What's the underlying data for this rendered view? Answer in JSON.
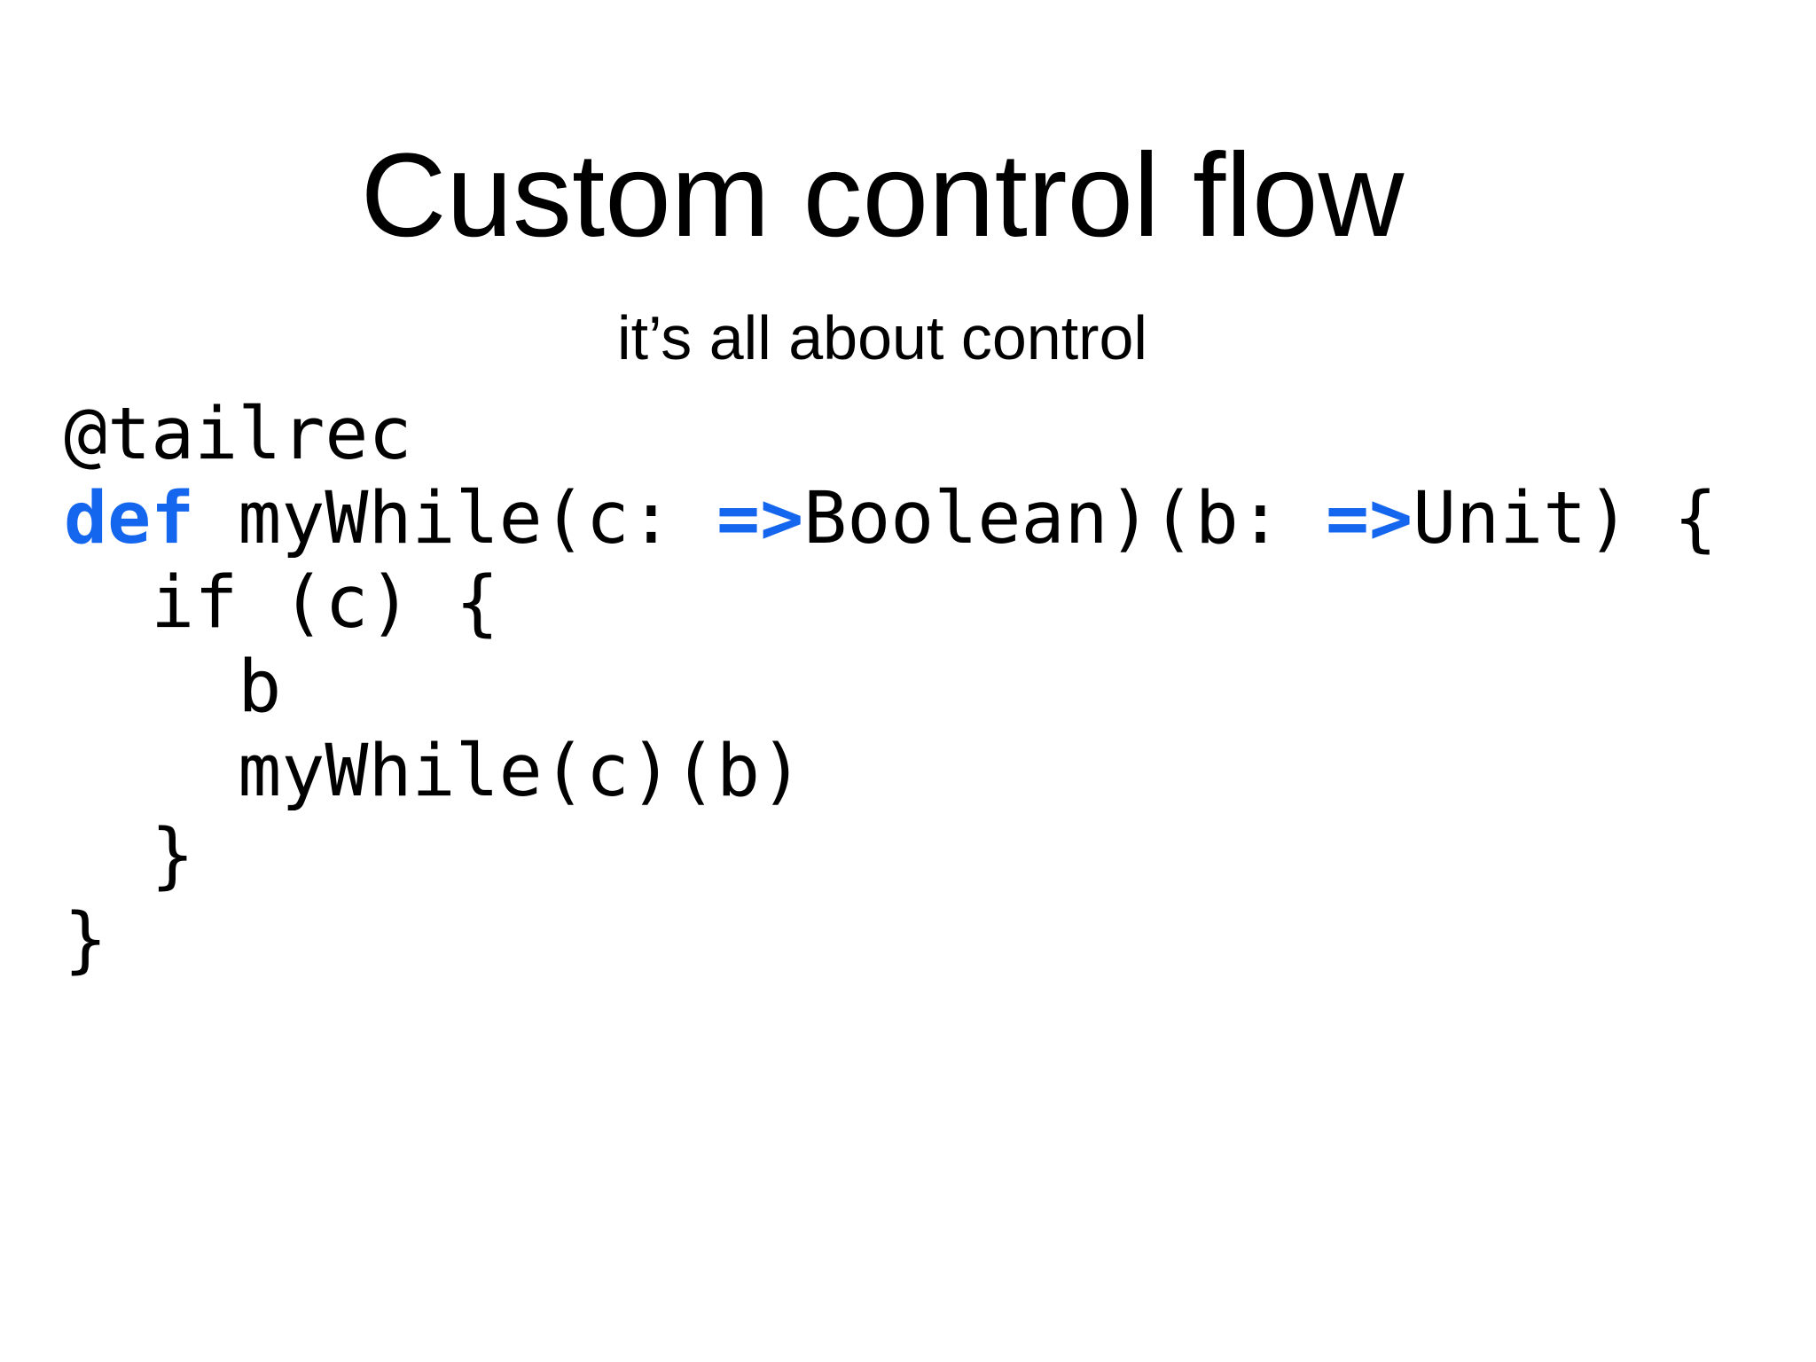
{
  "slide": {
    "title": "Custom control flow",
    "subtitle": "it’s all about control"
  },
  "colors": {
    "keyword": "#1566ee",
    "text": "#000000",
    "background": "#ffffff"
  },
  "code": {
    "lines": [
      [
        {
          "s": "plain",
          "t": "@tailrec"
        }
      ],
      [
        {
          "s": "keyword",
          "t": "def"
        },
        {
          "s": "plain",
          "t": " myWhile(c: "
        },
        {
          "s": "keyword",
          "t": "=>"
        },
        {
          "s": "plain",
          "t": "Boolean)(b: "
        },
        {
          "s": "keyword",
          "t": "=>"
        },
        {
          "s": "plain",
          "t": "Unit) {"
        }
      ],
      [
        {
          "s": "plain",
          "t": "  if (c) {"
        }
      ],
      [
        {
          "s": "plain",
          "t": "    b"
        }
      ],
      [
        {
          "s": "plain",
          "t": "    myWhile(c)(b)"
        }
      ],
      [
        {
          "s": "plain",
          "t": "  }"
        }
      ],
      [
        {
          "s": "plain",
          "t": "}"
        }
      ]
    ]
  }
}
